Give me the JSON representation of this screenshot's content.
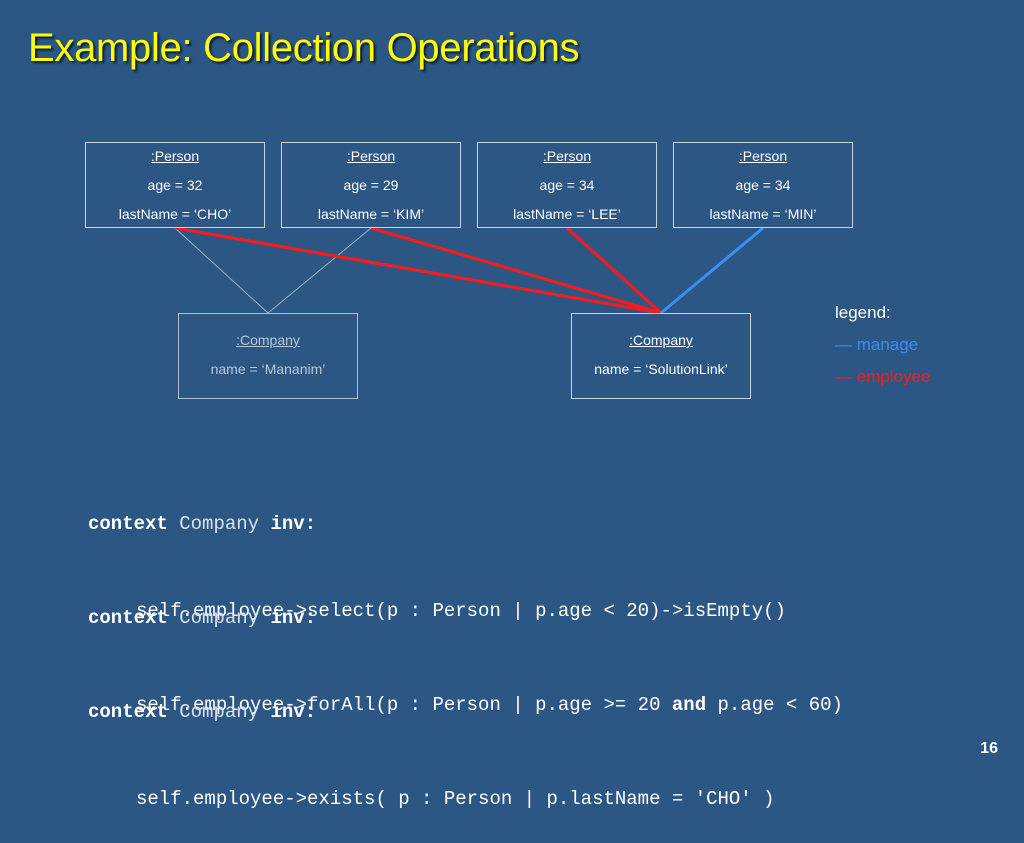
{
  "slide": {
    "title": "Example: Collection Operations",
    "page_number": "16"
  },
  "persons": [
    {
      "name": ":Person",
      "age": "age = 32",
      "lastname": "lastName = ‘CHO’"
    },
    {
      "name": ":Person",
      "age": "age = 29",
      "lastname": "lastName = ‘KIM’"
    },
    {
      "name": ":Person",
      "age": "age = 34",
      "lastname": "lastName = ‘LEE’"
    },
    {
      "name": ":Person",
      "age": "age = 34",
      "lastname": "lastName = ‘MIN’"
    }
  ],
  "companies": [
    {
      "name": ":Company",
      "attr": "name = ‘Mananim’"
    },
    {
      "name": ":Company",
      "attr": "name = ‘SolutionLink’"
    }
  ],
  "legend": {
    "title": "legend:",
    "manage_dash": "—",
    "manage": "manage",
    "employee_dash": "—",
    "employee": "employee",
    "manage_color": "#3b8ef2",
    "employee_color": "#ff1a1a",
    "plain_link_color": "#9fb0c4"
  },
  "ocl": [
    {
      "context": "context",
      "type": "Company",
      "inv": "inv:",
      "body_a": "self.employee->select(p : Person | p.age < 20)->isEmpty()",
      "and": "",
      "body_b": ""
    },
    {
      "context": "context",
      "type": "Company",
      "inv": "inv:",
      "body_a": "self.employee->forAll(p : Person | p.age >= 20 ",
      "and": "and",
      "body_b": " p.age < 60)"
    },
    {
      "context": "context",
      "type": "Company",
      "inv": "inv:",
      "body_a": "self.employee->exists( p : Person | p.lastName = 'CHO' )",
      "and": "",
      "body_b": ""
    }
  ]
}
